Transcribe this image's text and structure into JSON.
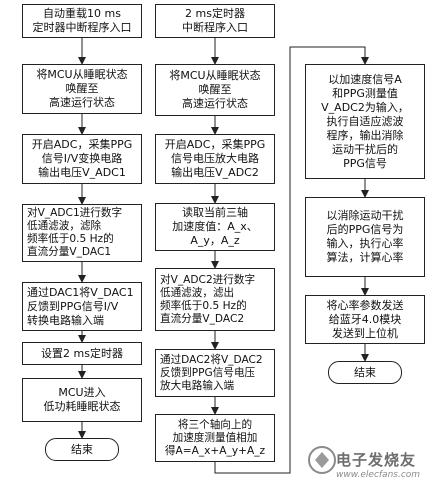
{
  "col1": {
    "start": [
      "自动重载10 ms",
      "定时器中断程序入口"
    ],
    "wake": [
      "将MCU从睡眠状态",
      "唤醒至",
      "高速运行状态"
    ],
    "adc": [
      "开启ADC，采集PPG",
      "信号I/V变换电路",
      "输出电压V_ADC1"
    ],
    "filter": [
      "对V_ADC1进行数字",
      "低通滤波，滤除",
      "频率低于0.5 Hz的",
      "直流分量V_DAC1"
    ],
    "dac": [
      "通过DAC1将V_DAC1",
      "反馈到PPG信号I/V",
      "转换电路输入端"
    ],
    "timer": [
      "设置2 ms定时器"
    ],
    "sleep": [
      "MCU进入",
      "低功耗睡眠状态"
    ],
    "end": "结束"
  },
  "col2": {
    "start": [
      "2 ms定时器",
      "中断程序入口"
    ],
    "wake": [
      "将MCU从睡眠状态",
      "唤醒至",
      "高速运行状态"
    ],
    "adc": [
      "开启ADC，采集PPG",
      "信号电压放大电路",
      "输出电压V_ADC2"
    ],
    "read": [
      "读取当前三轴",
      "加速度值：A_x、",
      "A_y，A_z"
    ],
    "filter": [
      "对V_ADC2进行数字",
      "低通滤波，滤出",
      "频率低于0.5 Hz的",
      "直流分量V_DAC2"
    ],
    "dac": [
      "通过DAC2将V_DAC2",
      "反馈到PPG信号电压",
      "放大电路输入端"
    ],
    "sum": [
      "将三个轴向上的",
      "加速度测量值相加",
      "得A=A_x+A_y+A_z"
    ]
  },
  "col3": {
    "adaptive": [
      "以加速度信号A",
      "和PPG测量值",
      "V_ADC2为输入，",
      "执行自适应滤波",
      "程序，输出消除",
      "运动干扰后的",
      "PPG信号"
    ],
    "heart": [
      "以消除运动干扰",
      "后的PPG信号为",
      "输入，执行心率",
      "算法，计算心率"
    ],
    "send": [
      "将心率参数发送",
      "给蓝牙4.0模块",
      "发送到上位机"
    ],
    "end": "结束"
  },
  "watermark": {
    "text": "电子发烧友",
    "url": "www.elecfans.com"
  }
}
